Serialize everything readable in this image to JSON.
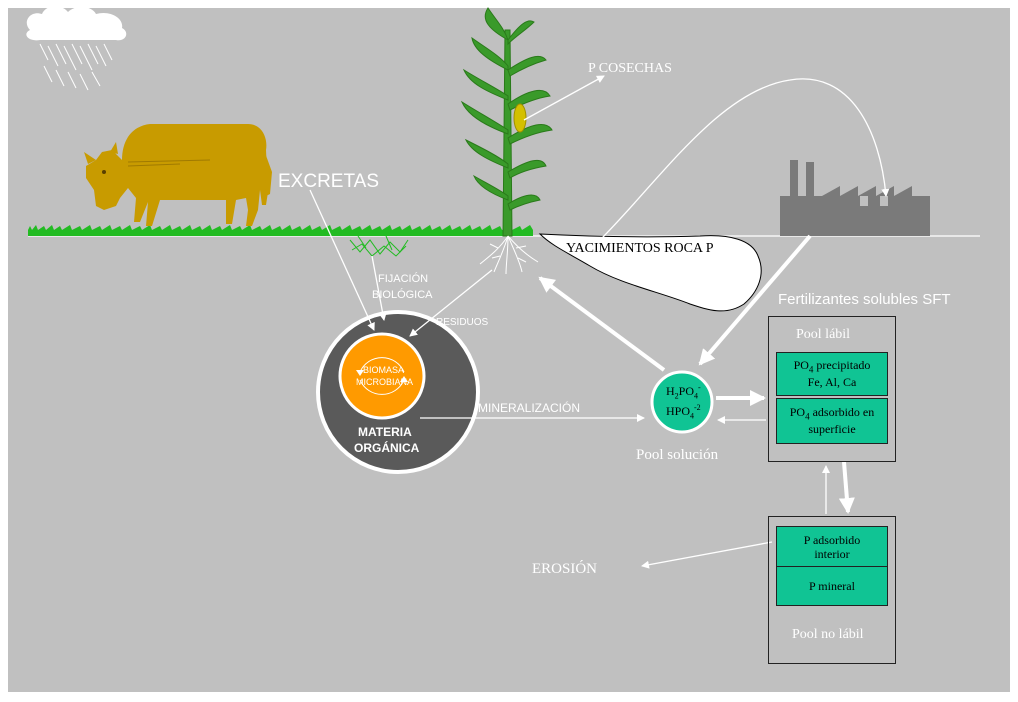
{
  "labels": {
    "excretas": "EXCRETAS",
    "p_cosechas": "P COSECHAS",
    "yacimientos": "YACIMIENTOS ROCA P",
    "fijacion_1": "FIJACIÓN",
    "fijacion_2": "BIOLÓGICA",
    "residuos": "RESIDUOS",
    "biomasa_1": "BIOMASA",
    "biomasa_2": "MICROBIANA",
    "materia_1": "MATERIA",
    "materia_2": "ORGÁNICA",
    "mineralizacion": "MINERALIZACIÓN",
    "solution_l1_base": "H",
    "solution_l1_sub1": "2",
    "solution_l1_mid": "PO",
    "solution_l1_sub2": "4",
    "solution_l1_sup": "-",
    "solution_l2_base": "HPO",
    "solution_l2_sub": "4",
    "solution_l2_sup": "-2",
    "pool_solucion": "Pool solución",
    "fertilizantes": "Fertilizantes solubles SFT",
    "pool_labil": "Pool lábil",
    "precip_po": "PO",
    "precip_sub": "4",
    "precip_rest": " precipitado",
    "precip_line2": "Fe, Al, Ca",
    "adsorb_po": "PO",
    "adsorb_sub": "4",
    "adsorb_rest": " adsorbido en",
    "adsorb_line2": "superficie",
    "p_adsorbido_1": "P adsorbido",
    "p_adsorbido_2": "interior",
    "p_mineral": "P mineral",
    "pool_no_labil": "Pool no lábil",
    "erosion": "EROSIÓN"
  },
  "colors": {
    "background": "#c0c0c0",
    "cow": "#c89b00",
    "grass": "#22bb22",
    "plant": "#3a9a2a",
    "factory": "#7a7a7a",
    "organic_ring": "#5a5a5a",
    "biomass": "#ff9a00",
    "solution": "#10c494",
    "box_fill": "#10c494"
  }
}
